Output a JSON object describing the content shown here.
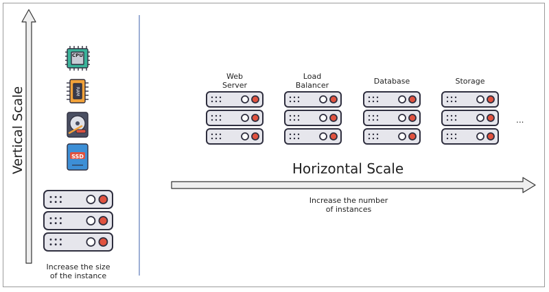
{
  "colors": {
    "server_body": "#e6e6ec",
    "server_outline": "#2e2e3e",
    "led_red": "#e0523f",
    "divider": "#5b78b8",
    "arrow_fill": "#efefef",
    "arrow_stroke": "#333333"
  },
  "vertical": {
    "title": "Vertical Scale",
    "caption_line1": "Increase the size",
    "caption_line2": "of the instance",
    "components": [
      {
        "icon": "cpu-icon",
        "label": "CPU"
      },
      {
        "icon": "ram-icon",
        "label": "RAM"
      },
      {
        "icon": "hard-drive-icon",
        "label": ""
      },
      {
        "icon": "ssd-icon",
        "label": "SSD"
      }
    ]
  },
  "horizontal": {
    "title": "Horizontal Scale",
    "caption_line1": "Increase the number",
    "caption_line2": "of instances",
    "servers": [
      {
        "line1": "Web",
        "line2": "Server"
      },
      {
        "line1": "Load",
        "line2": "Balancer"
      },
      {
        "line1": "",
        "line2": "Database"
      },
      {
        "line1": "",
        "line2": "Storage"
      }
    ],
    "ellipsis": "..."
  }
}
